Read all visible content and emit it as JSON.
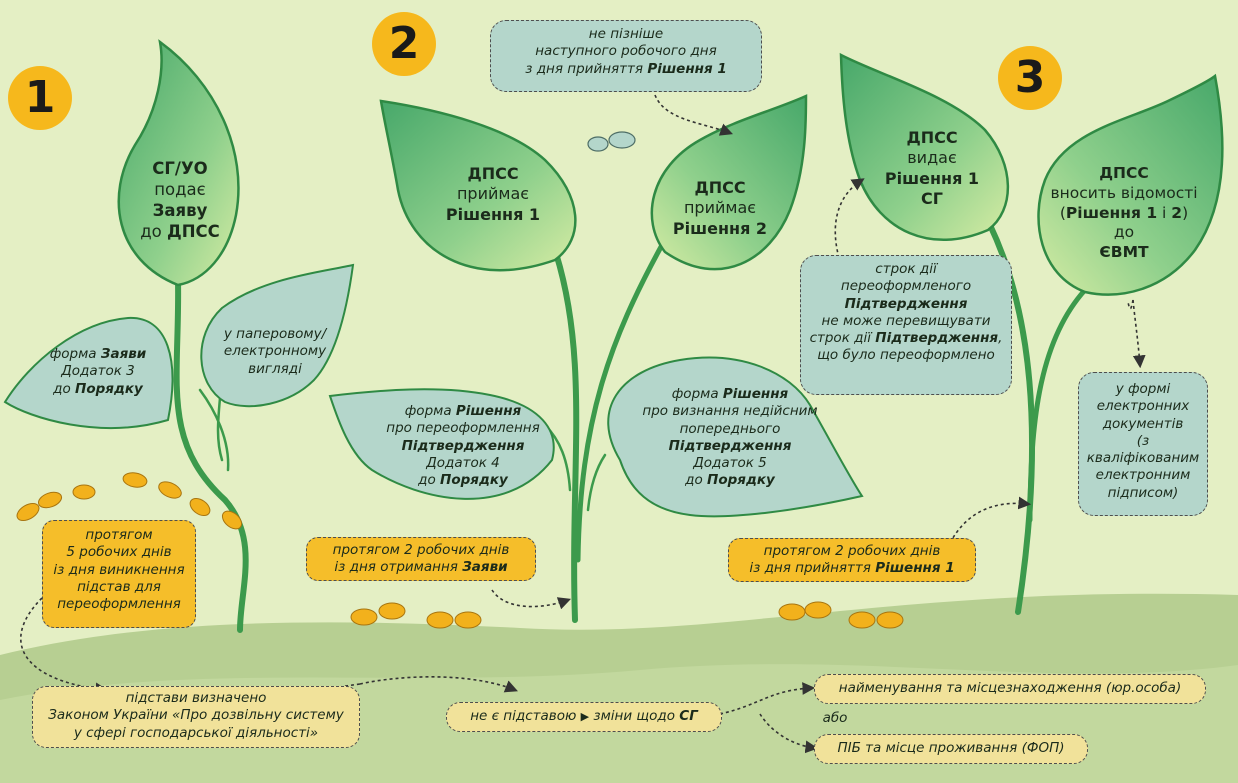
{
  "steps": [
    "1",
    "2",
    "3"
  ],
  "leaf1": {
    "l1": "СГ/УО",
    "l2": "подає",
    "l3": "Заяву",
    "l4a": "до ",
    "l4b": "ДПСС"
  },
  "leaf1_form": {
    "a": "форма ",
    "b": "Заяви",
    "l2": "Додаток 3",
    "l3a": "до ",
    "l3b": "Порядку"
  },
  "leaf1_paper": {
    "l1": "у паперовому/",
    "l2": "електронному",
    "l3": "вигляді"
  },
  "deadline1": {
    "l1": "протягом",
    "l2": "5 робочих днів",
    "l3": "із дня виникнення",
    "l4": "підстав для",
    "l5": "переоформлення"
  },
  "top_note": {
    "l1": "не пізніше",
    "l2": "наступного робочого дня",
    "l3a": "з дня прийняття ",
    "l3b": "Рішення 1"
  },
  "leaf2a": {
    "l1": "ДПСС",
    "l2": "приймає",
    "l3": "Рішення 1"
  },
  "leaf2b": {
    "l1": "ДПСС",
    "l2": "приймає",
    "l3": "Рішення 2"
  },
  "leaf2a_form": {
    "l1a": "форма ",
    "l1b": "Рішення",
    "l2": "про переоформлення",
    "l3": "Підтвердження",
    "l4": "Додаток 4",
    "l5a": "до ",
    "l5b": "Порядку"
  },
  "leaf2b_form": {
    "l1a": "форма ",
    "l1b": "Рішення",
    "l2": "про визнання недійсним",
    "l3": "попереднього",
    "l4": "Підтвердження",
    "l5": "Додаток 5",
    "l6a": "до ",
    "l6b": "Порядку"
  },
  "deadline2": {
    "l1": "протягом 2 робочих днів",
    "l2a": "із дня отримання ",
    "l2b": "Заяви"
  },
  "leaf3a": {
    "l1": "ДПСС",
    "l2": "видає",
    "l3": "Рішення 1",
    "l4": "СГ"
  },
  "leaf3b": {
    "l1": "ДПСС",
    "l2": "вносить відомості",
    "l3a": "(",
    "l3b": "Рішення 1",
    "l3c": " і ",
    "l3d": "2",
    "l3e": ")",
    "l4": "до",
    "l5": "ЄВМТ"
  },
  "validity": {
    "l1": "строк дії",
    "l2": "переоформленого",
    "l3": "Підтвердження",
    "l4": "не може перевищувати",
    "l5a": "строк дії ",
    "l5b": "Підтвердження",
    "l5c": ",",
    "l6": "що було переоформлено"
  },
  "electronic": {
    "l1": "у формі",
    "l2": "електронних",
    "l3": "документів",
    "l4": "(з кваліфікованим",
    "l5": "електронним",
    "l6": "підписом)"
  },
  "deadline3": {
    "l1": "протягом 2 робочих днів",
    "l2a": "із дня прийняття ",
    "l2b": "Рішення 1"
  },
  "grounds": {
    "l1": "підстави визначено",
    "l2": "Законом України  «Про дозвільну систему",
    "l3": "у сфері господарської діяльності»"
  },
  "not_ground": {
    "a": "не є підставою ",
    "arrow": "▶",
    "b": " зміни щодо ",
    "c": "СГ"
  },
  "or_word": "або",
  "legal_entity": {
    "a": "найменування та місцезнаходження ",
    "b": "(юр.особа)"
  },
  "individual": {
    "a": "ПІБ та місце проживання ",
    "b": "(ФОП)"
  },
  "colors": {
    "background": "#e4efc4",
    "ground": "#b7cf92",
    "leaf_dark": "#4fb071",
    "leaf_light": "#cfe6a0",
    "stem": "#3c9a4c",
    "badge": "#f6b81c",
    "orange_box": "#f5be2a",
    "info_box": "#b4d6cb"
  },
  "icons": [
    "footprint-icon",
    "dashed-arrow-icon"
  ]
}
